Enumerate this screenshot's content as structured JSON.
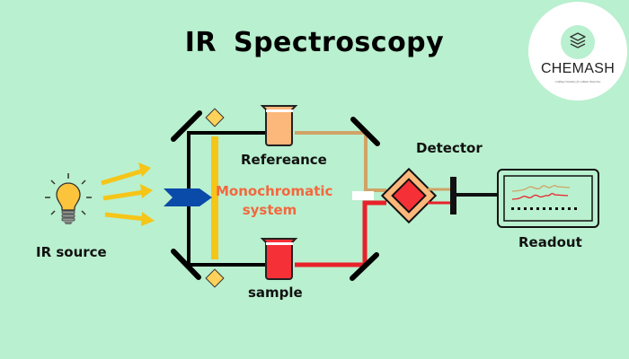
{
  "title": "IR  Spectroscopy",
  "logo": {
    "name": "CHEMASH",
    "tagline": "Crafting Chemistry for a Better Tomorrow",
    "icon": "layers-icon"
  },
  "labels": {
    "ir_source": "IR source",
    "reference": "Refereance",
    "monochromatic_line1": "Monochromatic",
    "monochromatic_line2": "system",
    "sample": "sample",
    "detector": "Detector",
    "readout": "Readout"
  },
  "components": [
    {
      "id": "ir-source",
      "icon": "lightbulb-icon"
    },
    {
      "id": "ir-rays",
      "icon": "arrow-icon",
      "count": 3
    },
    {
      "id": "beam-entry",
      "icon": "chevron-arrow-icon"
    },
    {
      "id": "monochromator",
      "icon": "slit-bar"
    },
    {
      "id": "reference-cell",
      "icon": "beaker-icon"
    },
    {
      "id": "sample-cell",
      "icon": "beaker-icon"
    },
    {
      "id": "mirrors",
      "count": 4
    },
    {
      "id": "detector",
      "icon": "diamond-detector-icon"
    },
    {
      "id": "readout",
      "icon": "monitor-icon"
    }
  ],
  "colors": {
    "background": "#b9f0cf",
    "reference_beam": "#d0a366",
    "sample_beam": "#e8212a",
    "reference_liquid": "#fcb77b",
    "sample_liquid": "#f53036",
    "ray": "#f5c518",
    "bulb": "#fcc43c",
    "entry_arrow": "#0a4aa8",
    "monochromatic_text": "#f2683f",
    "diamond": "#fdd15a"
  }
}
